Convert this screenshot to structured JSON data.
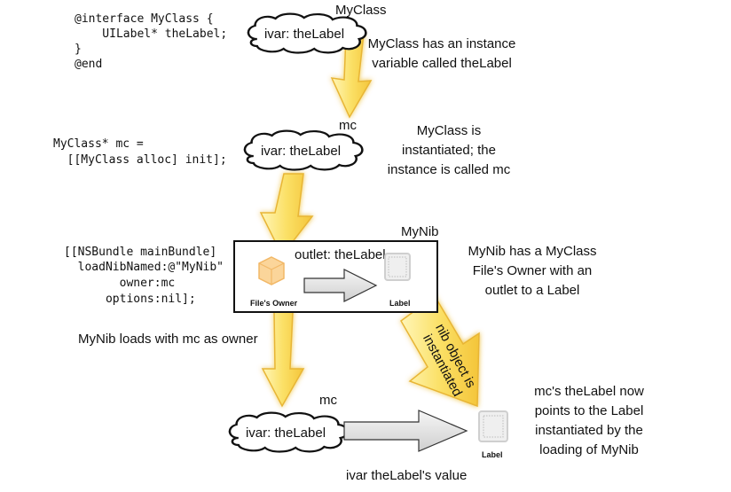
{
  "code": {
    "interface": [
      "@interface MyClass {",
      "    UILabel* theLabel;",
      "}",
      "@end"
    ],
    "instantiate": [
      "MyClass* mc =",
      "  [[MyClass alloc] init];"
    ],
    "loadnib": [
      "[[NSBundle mainBundle]",
      "  loadNibNamed:@\"MyNib\"",
      "        owner:mc",
      "      options:nil];"
    ]
  },
  "labels": {
    "myclass": "MyClass",
    "mc_top": "mc",
    "mynib": "MyNib",
    "mc_bottom": "mc",
    "cloud_ivar": "ivar: theLabel",
    "outlet": "outlet: theLabel",
    "files_owner": "File's Owner",
    "label_icon": "Label",
    "label_icon_bottom": "Label",
    "arrow_text": [
      "nib object is",
      "instantiated"
    ],
    "ivar_value": "ivar theLabel's value",
    "mynib_loads": "MyNib loads with mc as owner"
  },
  "notes": {
    "n1": [
      "MyClass has an instance",
      "variable called theLabel"
    ],
    "n2": [
      "MyClass is",
      "instantiated; the",
      "instance is called mc"
    ],
    "n3": [
      "MyNib has a MyClass",
      "File's Owner with an",
      "outlet to a Label"
    ],
    "n4": [
      "mc's theLabel now",
      "points to the Label",
      "instantiated by the",
      "loading of MyNib"
    ]
  },
  "colors": {
    "arrow_fill": "#f9d94a",
    "arrow_stroke": "#e8b534",
    "gray_arrow": "#d8d8d8",
    "cube": "#f2b867"
  }
}
